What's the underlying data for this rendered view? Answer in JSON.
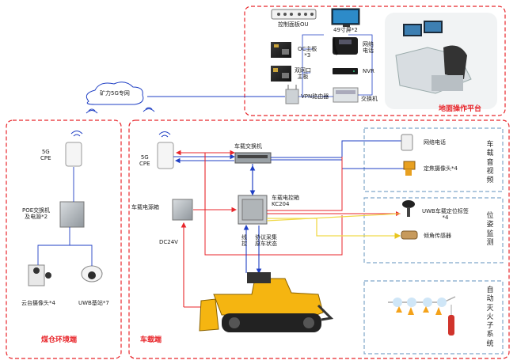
{
  "regions": {
    "mine_env": "煤仓环境端",
    "vehicle": "车载端",
    "ground": "地面操作平台"
  },
  "network": {
    "cloud_label": "矿力5G专网"
  },
  "ground_platform": {
    "control_panel": "控制面板OU",
    "screen": "49寸屏*2",
    "oc_board": "OC主板\n*3",
    "dual_board": "双网口\n主板",
    "ip_phone": "网络\n电话",
    "nvr": "NVR",
    "vpn_router": "VPN路由器",
    "switch": "交换机"
  },
  "mine_side": {
    "cpe": "5G\nCPE",
    "poe_switch": "POE交换机\n及电源*2",
    "ptz_camera": "云台摄像头*4",
    "uwb_base": "UWB基站*7"
  },
  "vehicle_side": {
    "cpe": "5G\nCPE",
    "switch": "车载交换机",
    "power_box": "车载电源箱",
    "controller": "车载电控箱\nKC204",
    "dc24v": "DC24V",
    "line_ctrl": "线\n控",
    "protocol": "协议采集\n原车状态"
  },
  "groups": {
    "av": {
      "title": "车载音视频",
      "ip_phone": "网络电话",
      "camera": "定焦摄像头*4"
    },
    "pos": {
      "title": "位姿监测",
      "uwb_tag": "UWB车载定位标签\n*4",
      "tilt": "倾角传感器"
    },
    "fire": {
      "title": "自动灭火子系统"
    }
  },
  "colors": {
    "red": "#e8262b",
    "blue": "#1f3fc4",
    "yellow": "#f5e24a",
    "dash_blue": "#7fa7c9"
  }
}
